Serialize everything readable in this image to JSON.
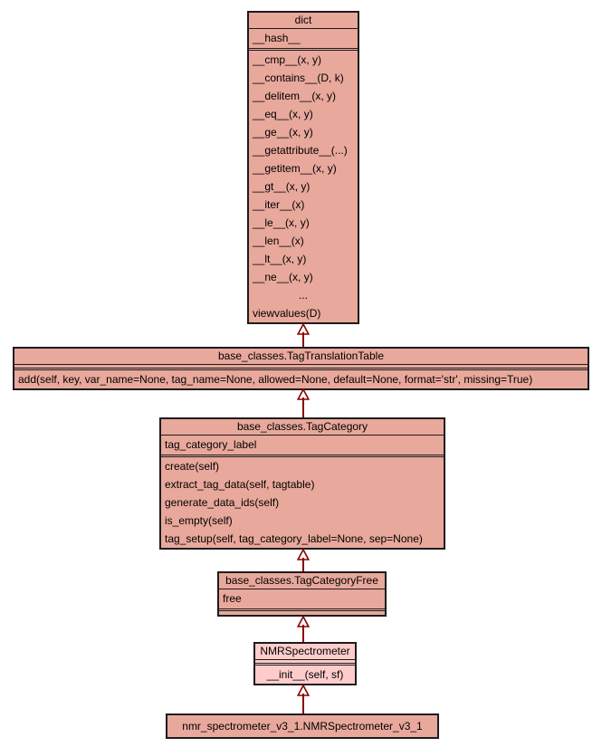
{
  "diagram": {
    "type": "uml-class-inheritance",
    "colors": {
      "background": "#ffffff",
      "box_fill": "#e8a89b",
      "highlight_fill": "#ffcccc",
      "border": "#1c1c1c",
      "arrow": "#8b0000",
      "text": "#000000"
    },
    "classes": {
      "dict": {
        "title": "dict",
        "attributes": [
          {
            "text": "__hash__"
          }
        ],
        "methods": [
          {
            "text": "__cmp__(x, y)"
          },
          {
            "text": "__contains__(D, k)"
          },
          {
            "text": "__delitem__(x, y)"
          },
          {
            "text": "__eq__(x, y)"
          },
          {
            "text": "__ge__(x, y)"
          },
          {
            "text": "__getattribute__(...)"
          },
          {
            "text": "__getitem__(x, y)"
          },
          {
            "text": "__gt__(x, y)"
          },
          {
            "text": "__iter__(x)"
          },
          {
            "text": "__le__(x, y)"
          },
          {
            "text": "__len__(x)"
          },
          {
            "text": "__lt__(x, y)"
          },
          {
            "text": "__ne__(x, y)"
          },
          {
            "text": "...",
            "center": true
          },
          {
            "text": "viewvalues(D)"
          }
        ]
      },
      "tag_translation_table": {
        "title": "base_classes.TagTranslationTable",
        "attributes": [],
        "methods": [
          {
            "text": "add(self, key, var_name=None, tag_name=None, allowed=None, default=None, format='str', missing=True)"
          }
        ]
      },
      "tag_category": {
        "title": "base_classes.TagCategory",
        "attributes": [
          {
            "text": "tag_category_label"
          }
        ],
        "methods": [
          {
            "text": "create(self)"
          },
          {
            "text": "extract_tag_data(self, tagtable)"
          },
          {
            "text": "generate_data_ids(self)"
          },
          {
            "text": "is_empty(self)"
          },
          {
            "text": "tag_setup(self, tag_category_label=None, sep=None)"
          }
        ]
      },
      "tag_category_free": {
        "title": "base_classes.TagCategoryFree",
        "attributes": [
          {
            "text": "free"
          }
        ],
        "methods": []
      },
      "nmr_spectrometer": {
        "title": "NMRSpectrometer",
        "attributes": [],
        "methods": [
          {
            "text": "__init__(self, sf)",
            "center": true
          }
        ],
        "highlighted": true
      },
      "nmr_spectrometer_v3_1": {
        "title": "nmr_spectrometer_v3_1.NMRSpectrometer_v3_1"
      }
    },
    "relations": [
      {
        "from": "base_classes.TagTranslationTable",
        "to": "dict",
        "type": "inheritance"
      },
      {
        "from": "base_classes.TagCategory",
        "to": "base_classes.TagTranslationTable",
        "type": "inheritance"
      },
      {
        "from": "base_classes.TagCategoryFree",
        "to": "base_classes.TagCategory",
        "type": "inheritance"
      },
      {
        "from": "NMRSpectrometer",
        "to": "base_classes.TagCategoryFree",
        "type": "inheritance"
      },
      {
        "from": "nmr_spectrometer_v3_1.NMRSpectrometer_v3_1",
        "to": "NMRSpectrometer",
        "type": "inheritance"
      }
    ]
  }
}
